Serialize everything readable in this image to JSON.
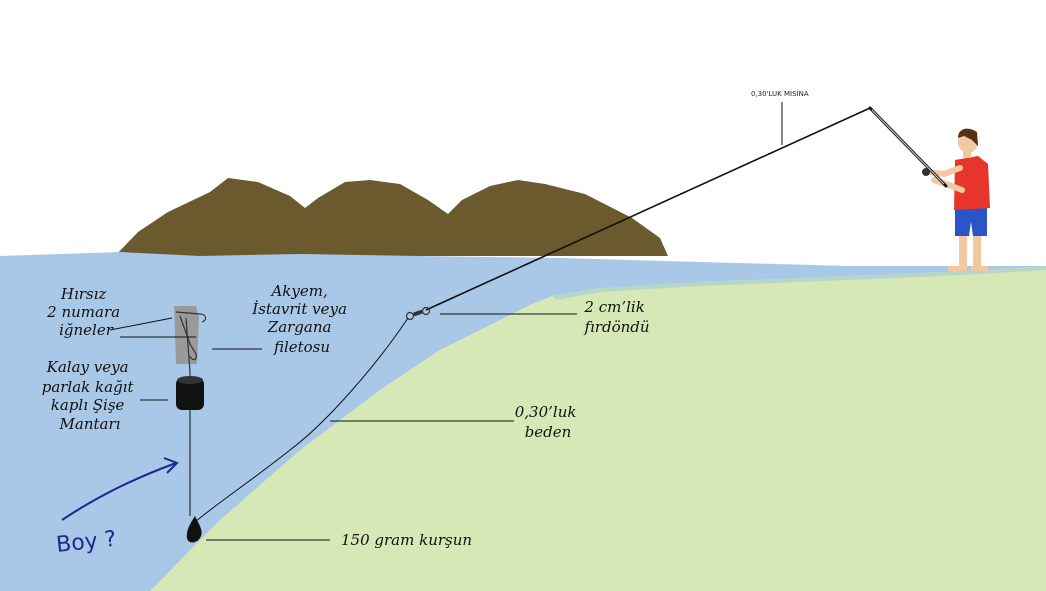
{
  "labels": {
    "main_line": "0,30'LUK MİSİNA",
    "thief_hooks": [
      "Hırsız",
      "2 numara",
      "iğneler"
    ],
    "bait": [
      "Akyem,",
      "İstavrit veya",
      "Zargana",
      "filetosu"
    ],
    "float": [
      "Kalay veya",
      "parlak kağıt",
      "kaplı Şişe",
      "Mantarı"
    ],
    "swivel": [
      "2 cm’lik",
      "fırdöndü"
    ],
    "body_line": [
      "0,30’luk",
      "beden"
    ],
    "sinker": "150 gram kurşun",
    "handwritten_length": "Boy ?"
  },
  "colors": {
    "sea": "#a9c8e8",
    "shore": "#d6e8b5",
    "mountain": "#6b5a2e",
    "shirt": "#e8352b",
    "shorts": "#2b54c8",
    "skin": "#f0c9a0",
    "hair": "#5a2f17",
    "float_black": "#111111",
    "bait_gray": "#9a9a9a",
    "handwriting": "#1b2a8a"
  }
}
